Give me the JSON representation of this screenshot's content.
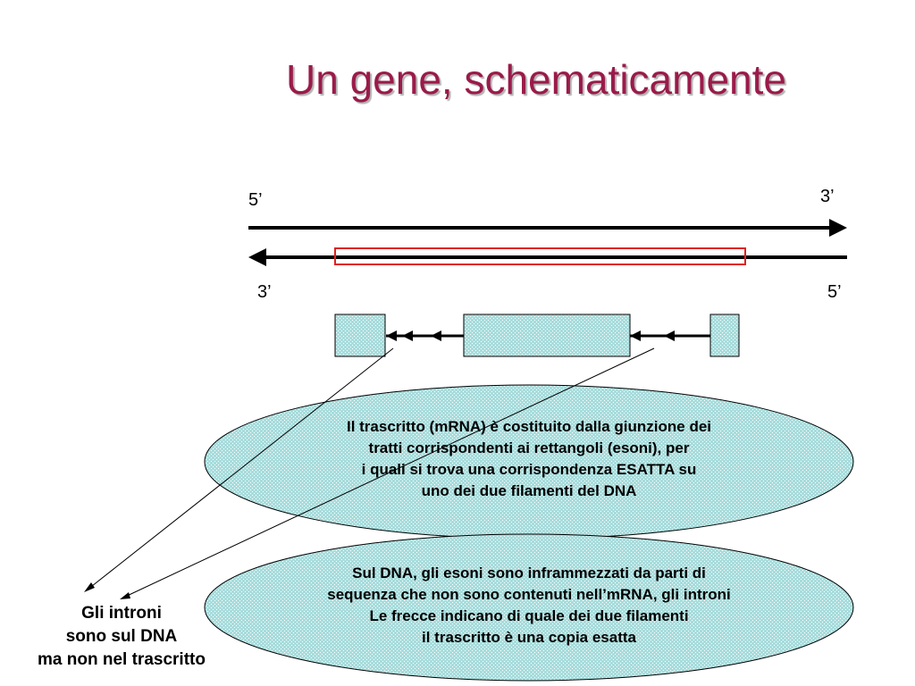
{
  "title": "Un gene, schematicamente",
  "strand_labels": {
    "top_left": "5’",
    "top_right": "3’",
    "bottom_left": "3’",
    "bottom_right": "5’"
  },
  "oval_top": {
    "lines": [
      "Il trascritto (mRNA) è costituito dalla giunzione dei",
      "tratti corrispondenti ai rettangoli (esoni), per",
      "i quali si trova una corrispondenza ESATTA su",
      "uno dei due filamenti del DNA"
    ]
  },
  "oval_bottom": {
    "lines": [
      "Sul DNA, gli esoni sono inframmezzati da parti di",
      "sequenza che non sono contenuti nell’mRNA, gli introni",
      "Le frecce indicano di quale dei due filamenti",
      "il trascritto è una copia esatta"
    ]
  },
  "introns_label": {
    "lines": [
      "Gli introni",
      "sono sul DNA",
      "ma non nel trascritto"
    ]
  },
  "colors": {
    "title": "#9a1b4a",
    "exon_fill": "#a8dcdc",
    "oval_fill": "#a8dcdc",
    "highlight_box": "#e02020"
  }
}
